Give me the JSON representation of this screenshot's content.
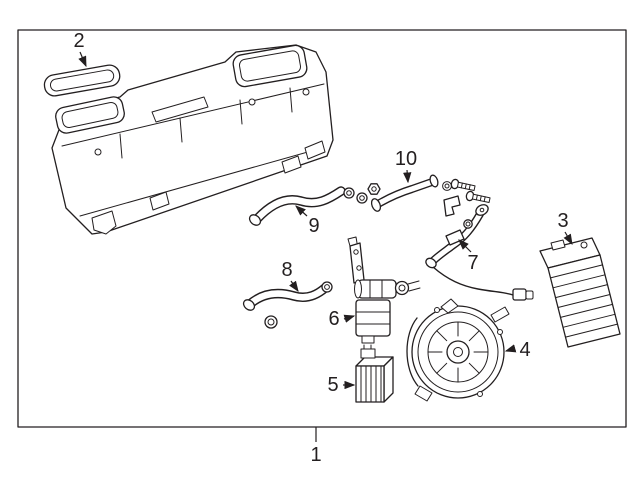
{
  "diagram": {
    "kind": "exploded-parts-diagram",
    "subject": "HVAC heater and blower components",
    "background_color": "#ffffff",
    "line_color": "#231f20",
    "callouts": [
      {
        "label": "1",
        "part": "hvac-module-assembly"
      },
      {
        "label": "2",
        "part": "air-duct-seal"
      },
      {
        "label": "3",
        "part": "heater-core"
      },
      {
        "label": "4",
        "part": "blower-motor-fan"
      },
      {
        "label": "5",
        "part": "blower-resistor"
      },
      {
        "label": "6",
        "part": "heater-water-valve"
      },
      {
        "label": "7",
        "part": "heater-pipe-assembly"
      },
      {
        "label": "8",
        "part": "heater-hose-short"
      },
      {
        "label": "9",
        "part": "heater-hose-long"
      },
      {
        "label": "10",
        "part": "heater-inlet-pipe"
      }
    ]
  }
}
